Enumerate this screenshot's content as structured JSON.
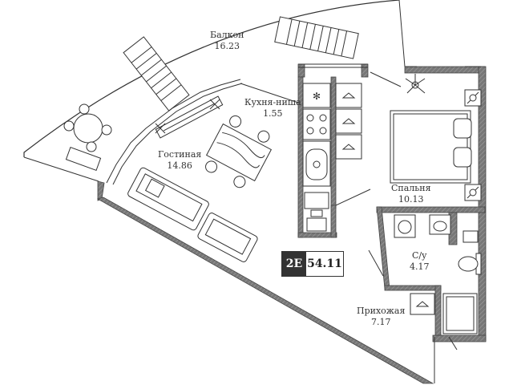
{
  "rooms": {
    "balcony": {
      "name": "Балкон",
      "area": "16.23"
    },
    "kitchen": {
      "name": "Кухня-ниша",
      "area": "1.55"
    },
    "living": {
      "name": "Гостиная",
      "area": "14.86"
    },
    "bedroom": {
      "name": "Спальня",
      "area": "10.13"
    },
    "bathroom": {
      "name": "С/у",
      "area": "4.17"
    },
    "hallway": {
      "name": "Прихожая",
      "area": "7.17"
    }
  },
  "apartment": {
    "type": "2E",
    "total_area": "54.11"
  },
  "colors": {
    "wall": "#666666",
    "line": "#333333",
    "badge": "#333333"
  }
}
